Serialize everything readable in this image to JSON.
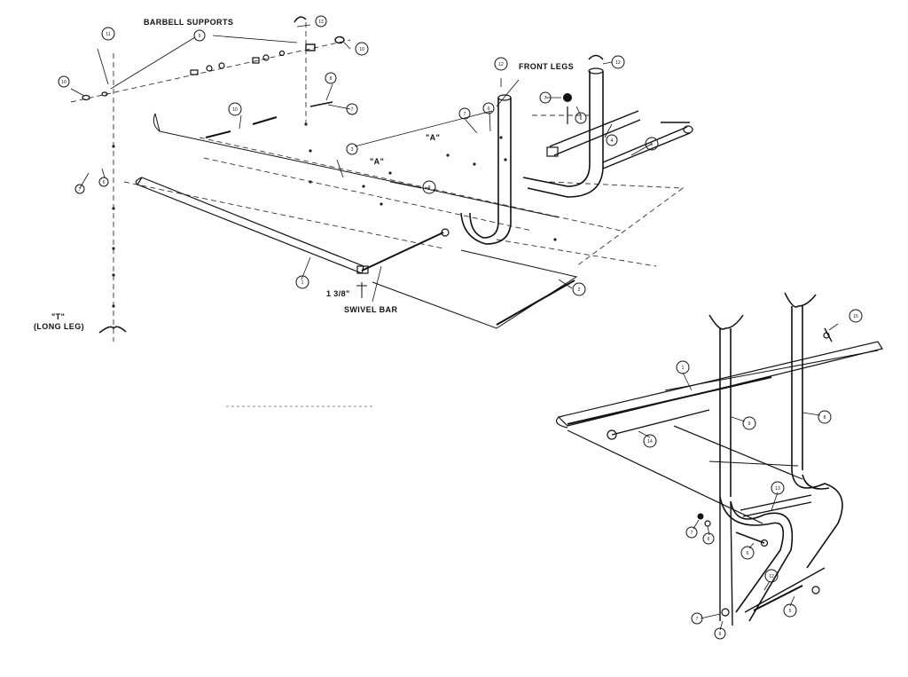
{
  "labels": {
    "barbell_supports": "BARBELL SUPPORTS",
    "front_legs": "FRONT LEGS",
    "long_leg_t": "\"T\"",
    "long_leg": "(LONG LEG)",
    "swivel_bar": "SWIVEL BAR",
    "dim_1_3_8": "1 3/8\"",
    "ref_a_1": "\"A\"",
    "ref_a_2": "\"A\""
  },
  "callouts": {
    "c1": "1",
    "c2": "2",
    "c3": "3",
    "c4": "4",
    "c5": "5",
    "c6": "6",
    "c7": "7",
    "c8": "8",
    "c9": "9",
    "c10": "10",
    "c11": "11",
    "c12": "12",
    "c13": "13",
    "c14": "14",
    "c15": "15"
  }
}
